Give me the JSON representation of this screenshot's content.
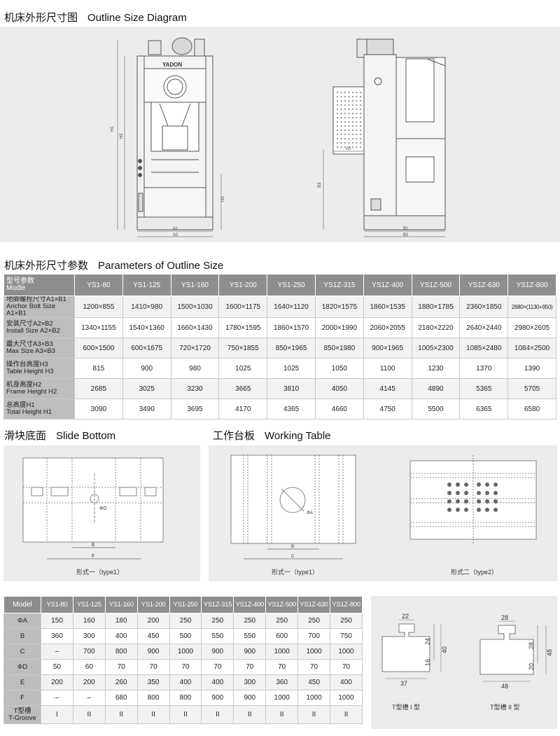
{
  "sections": {
    "outline_diagram": {
      "title_cn": "机床外形尺寸图",
      "title_en": "Outline Size Diagram"
    },
    "parameters": {
      "title_cn": "机床外形尺寸参数",
      "title_en": "Parameters of Outline Size"
    },
    "slide_bottom": {
      "title_cn": "滑块底面",
      "title_en": "Slide Bottom"
    },
    "working_table": {
      "title_cn": "工作台板",
      "title_en": "Working Table"
    }
  },
  "front_view": {
    "brand": "YADON",
    "labels": {
      "h1": "H1",
      "h2": "H2",
      "h3": "H3",
      "a1": "A1",
      "a2": "A2"
    }
  },
  "side_view": {
    "labels": {
      "a3": "A3",
      "b3": "B3",
      "b1": "B1",
      "b2": "B2"
    }
  },
  "param_table": {
    "header_cn": "型号参数",
    "header_en": "Modle",
    "models": [
      "YS1-80",
      "YS1-125",
      "YS1-160",
      "YS1-200",
      "YS1-250",
      "YS1Z-315",
      "YS1Z-400",
      "YS1Z-500",
      "YS1Z-630",
      "YS1Z-800"
    ],
    "rows": [
      {
        "cn": "地脚螺栓尺寸A1×B1",
        "en": "Anchor Bolt  Size A1×B1",
        "values": [
          "1200×855",
          "1410×980",
          "1500×1030",
          "1600×1175",
          "1640×1120",
          "1820×1575",
          "1860×1535",
          "1880×1785",
          "2360×1850",
          "2680×(1130+950)"
        ]
      },
      {
        "cn": "安装尺寸A2×B2",
        "en": "Install Size A2×B2",
        "values": [
          "1340×1155",
          "1540×1360",
          "1660×1430",
          "1780×1595",
          "1860×1570",
          "2000×1990",
          "2060×2055",
          "2180×2220",
          "2640×2440",
          "2980×2605"
        ]
      },
      {
        "cn": "最大尺寸A3×B3",
        "en": "Max Size A3×B3",
        "values": [
          "600×1500",
          "600×1675",
          "720×1720",
          "750×1855",
          "850×1965",
          "850×1980",
          "900×1965",
          "1005×2300",
          "1085×2480",
          "1084×2500"
        ]
      },
      {
        "cn": "操作台高度H3",
        "en": "Table Height H3",
        "values": [
          "815",
          "900",
          "980",
          "1025",
          "1025",
          "1050",
          "1100",
          "1230",
          "1370",
          "1390"
        ]
      },
      {
        "cn": "机身高度H2",
        "en": "Frame Height H2",
        "values": [
          "2685",
          "3025",
          "3230",
          "3665",
          "3810",
          "4050",
          "4145",
          "4890",
          "5365",
          "5705"
        ]
      },
      {
        "cn": "总高度H1",
        "en": "Total Height H1",
        "values": [
          "3090",
          "3490",
          "3695",
          "4170",
          "4365",
          "4660",
          "4750",
          "5500",
          "6365",
          "6580"
        ]
      }
    ]
  },
  "slide_diagram": {
    "caption": "形式一（type1）",
    "labels": {
      "d": "ΦD",
      "e": "E",
      "f": "F"
    }
  },
  "table_type1": {
    "caption": "形式一（type1）",
    "labels": {
      "a": "ΦA",
      "b": "B",
      "c": "C"
    }
  },
  "table_type2": {
    "caption": "形式二（type2）"
  },
  "dim_table": {
    "header": "Model",
    "models": [
      "YS1-80",
      "YS1-125",
      "YS1-160",
      "YS1-200",
      "YS1-250",
      "YS1Z-315",
      "YS1Z-400",
      "YS1Z-500",
      "YS1Z-630",
      "YS1Z-800"
    ],
    "rows": [
      {
        "label": "ΦA",
        "values": [
          "150",
          "160",
          "180",
          "200",
          "250",
          "250",
          "250",
          "250",
          "250",
          "250"
        ]
      },
      {
        "label": "B",
        "values": [
          "360",
          "300",
          "400",
          "450",
          "500",
          "550",
          "550",
          "600",
          "700",
          "750"
        ]
      },
      {
        "label": "C",
        "values": [
          "–",
          "700",
          "800",
          "900",
          "1000",
          "900",
          "900",
          "1000",
          "1000",
          "1000"
        ]
      },
      {
        "label": "ΦD",
        "values": [
          "50",
          "60",
          "70",
          "70",
          "70",
          "70",
          "70",
          "70",
          "70",
          "70"
        ]
      },
      {
        "label": "E",
        "values": [
          "200",
          "200",
          "260",
          "350",
          "400",
          "400",
          "300",
          "360",
          "450",
          "400"
        ]
      },
      {
        "label": "F",
        "values": [
          "–",
          "–",
          "680",
          "800",
          "800",
          "900",
          "900",
          "1000",
          "1000",
          "1000"
        ]
      },
      {
        "label": "T型槽",
        "label2": "T-Groove",
        "values": [
          "I",
          "II",
          "II",
          "II",
          "II",
          "II",
          "II",
          "II",
          "II",
          "II"
        ]
      }
    ]
  },
  "tgroove": {
    "type1": {
      "caption": "T型槽 I 型",
      "top": "22",
      "h1": "24",
      "h2": "16",
      "total": "40",
      "bottom": "37"
    },
    "type2": {
      "caption": "T型槽 II 型",
      "top": "28",
      "h1": "28",
      "h2": "20",
      "total": "48",
      "bottom": "48"
    }
  },
  "colors": {
    "panel": "#ececec",
    "table_header": "#8e8e8e",
    "label_cell": "#bdbdbd",
    "line": "#555555"
  }
}
